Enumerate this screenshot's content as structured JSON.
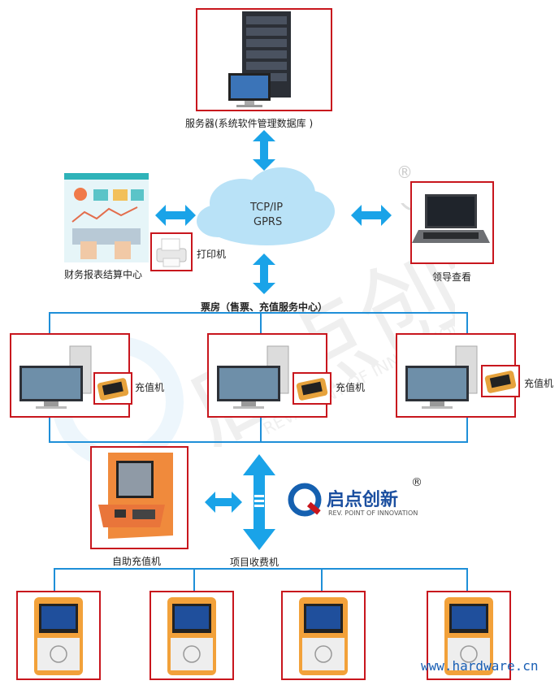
{
  "nodes": {
    "server": "服务器(系统软件管理数据库 )",
    "cloud_line1": "TCP/IP",
    "cloud_line2": "GPRS",
    "finance": "财务报表结算中心",
    "printer": "打印机",
    "leader": "领导查看",
    "ticket_office": "票房（售票、充值服务中心）",
    "recharge_1": "充值机",
    "recharge_2": "充值机",
    "recharge_3": "充值机",
    "self_recharge": "自助充值机",
    "project_terminal": "项目收费机"
  },
  "brand": {
    "name": "启点创新",
    "registered": "®",
    "slogan": "REV. POINT OF INNOVATION",
    "letter": "Q"
  },
  "watermark": {
    "text": "启点创新",
    "slogan": "REV. POINT OF INNOVATION"
  },
  "footer": {
    "site": "www.hardware.cn"
  },
  "colors": {
    "box_border": "#c8161d",
    "line": "#1e8fd8",
    "arrow": "#1aa3e8",
    "cloud": "#b9e2f7",
    "brand_blue": "#1560b0"
  }
}
